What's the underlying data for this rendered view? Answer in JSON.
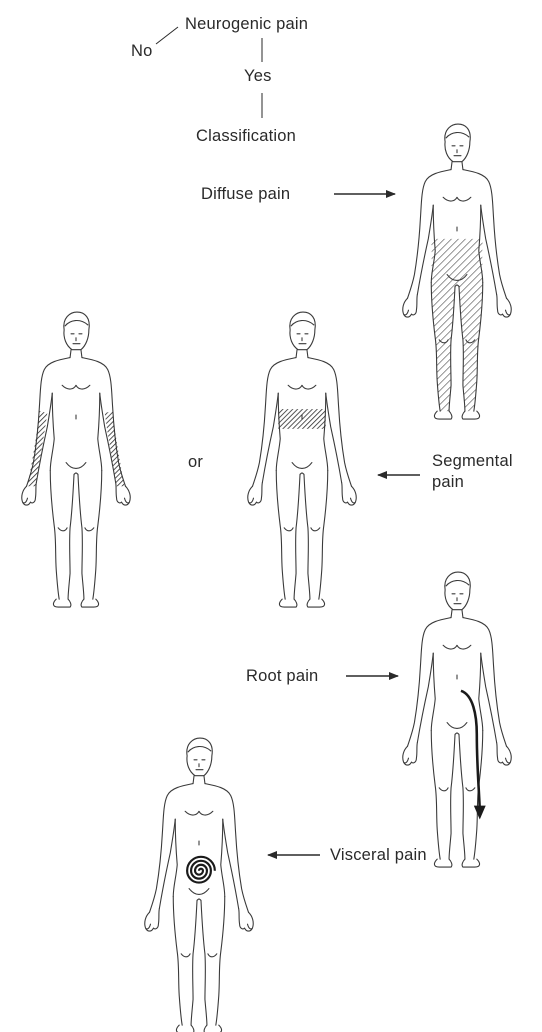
{
  "decision": {
    "no": "No",
    "question": "Neurogenic pain",
    "yes": "Yes",
    "classification": "Classification"
  },
  "labels": {
    "diffuse": "Diffuse pain",
    "or": "or",
    "segmental_line1": "Segmental",
    "segmental_line2": "pain",
    "root": "Root pain",
    "visceral": "Visceral pain"
  },
  "figures": [
    {
      "name": "diffuse-pain-figure",
      "pattern": "hatched-lower-body"
    },
    {
      "name": "segmental-pain-figure-forearms",
      "pattern": "hatched-forearms"
    },
    {
      "name": "segmental-pain-figure-band",
      "pattern": "hatched-waist-band"
    },
    {
      "name": "root-pain-figure",
      "pattern": "arrow-down-leg"
    },
    {
      "name": "visceral-pain-figure",
      "pattern": "spiral-abdomen"
    }
  ],
  "colors": {
    "ink": "#2a2a2a",
    "background": "#ffffff"
  }
}
